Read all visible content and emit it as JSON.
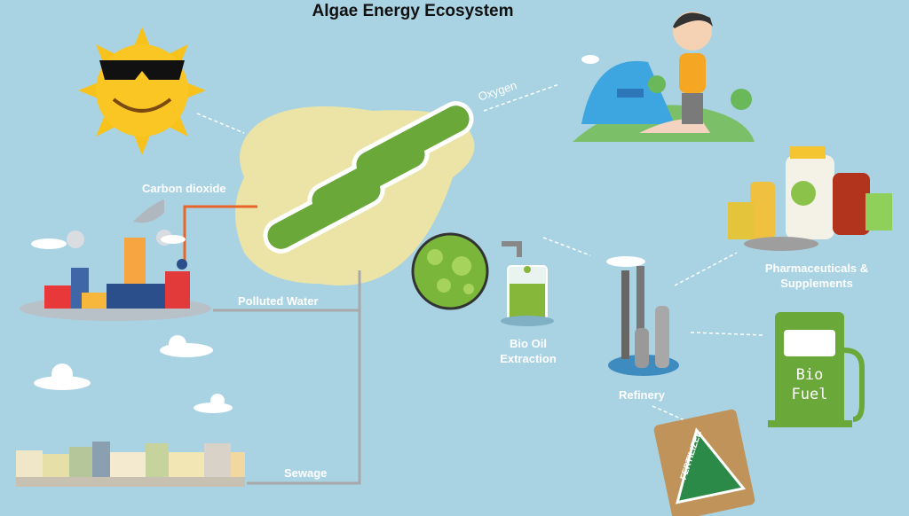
{
  "title": "Algae Energy Ecosystem",
  "labels": {
    "oxygen": "Oxygen",
    "carbon_dioxide": "Carbon dioxide",
    "polluted_water": "Polluted Water",
    "sewage": "Sewage",
    "bio_oil_1": "Bio Oil",
    "bio_oil_2": "Extraction",
    "refinery": "Refinery",
    "pharma_1": "Pharmaceuticals &",
    "pharma_2": "Supplements",
    "bio_fuel_1": "Bio",
    "bio_fuel_2": "Fuel",
    "fertilizer": "FERTILIZER"
  },
  "colors": {
    "background": "#a9d3e3",
    "algae": "#6aa83a",
    "pipe": "#a8a8a8",
    "co2_pipe": "#e8642a"
  }
}
